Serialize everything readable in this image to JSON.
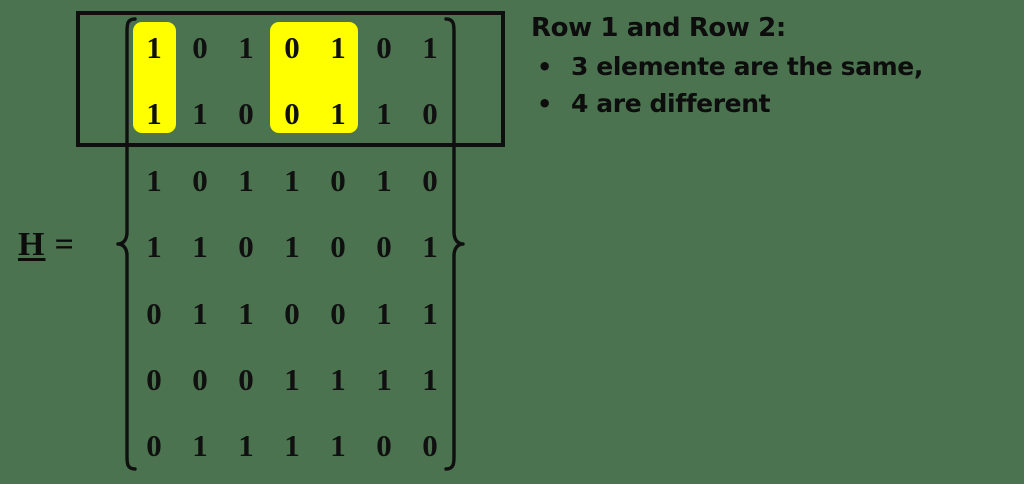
{
  "equation": {
    "symbol": "H",
    "equals": "="
  },
  "matrix": {
    "name": "H",
    "rows": 7,
    "cols": 7,
    "values": [
      [
        "1",
        "0",
        "1",
        "0",
        "1",
        "0",
        "1"
      ],
      [
        "1",
        "1",
        "0",
        "0",
        "1",
        "1",
        "0"
      ],
      [
        "1",
        "0",
        "1",
        "1",
        "0",
        "1",
        "0"
      ],
      [
        "1",
        "1",
        "0",
        "1",
        "0",
        "0",
        "1"
      ],
      [
        "0",
        "1",
        "1",
        "0",
        "0",
        "1",
        "1"
      ],
      [
        "0",
        "0",
        "0",
        "1",
        "1",
        "1",
        "1"
      ],
      [
        "0",
        "1",
        "1",
        "1",
        "1",
        "0",
        "0"
      ]
    ],
    "highlight_color": "#ffff00",
    "highlighted_columns": [
      1,
      4,
      5
    ],
    "highlighted_rows": [
      1,
      2
    ],
    "boxed_rows": [
      1,
      2
    ]
  },
  "annotation": {
    "title": "Row 1 and Row 2:",
    "bullets": [
      {
        "marker": "•",
        "text": "3 elemente are the same,"
      },
      {
        "marker": "•",
        "text": "4 are different"
      }
    ]
  },
  "colors": {
    "background": "#4c7350",
    "ink": "#0d0d0d",
    "highlight": "#ffff00"
  }
}
